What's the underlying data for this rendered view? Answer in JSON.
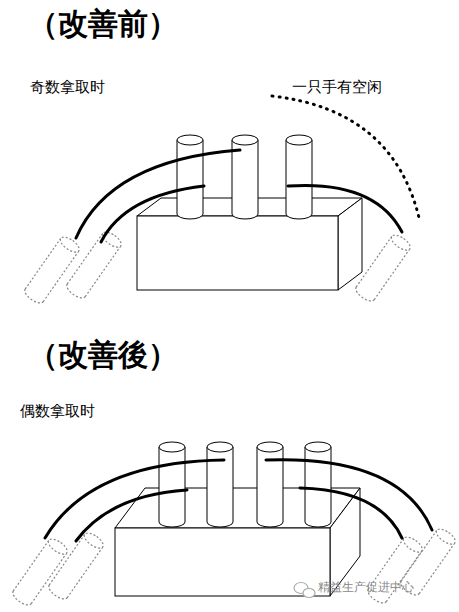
{
  "diagram": {
    "labels": [
      "（改善前）",
      "奇数拿取时",
      "一只手有空闲",
      "（改善後）",
      "偶数拿取时",
      "精益生产促进中心"
    ]
  }
}
